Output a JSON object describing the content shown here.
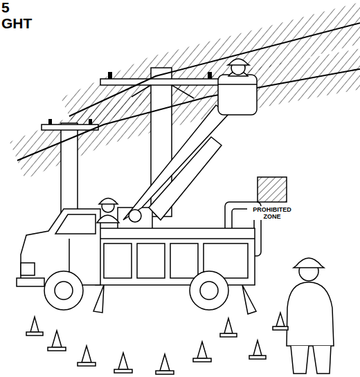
{
  "diagram": {
    "labels": [
      "5",
      "GHT"
    ],
    "legend": [
      {
        "text": "PROHIBITED ZONE"
      }
    ]
  }
}
